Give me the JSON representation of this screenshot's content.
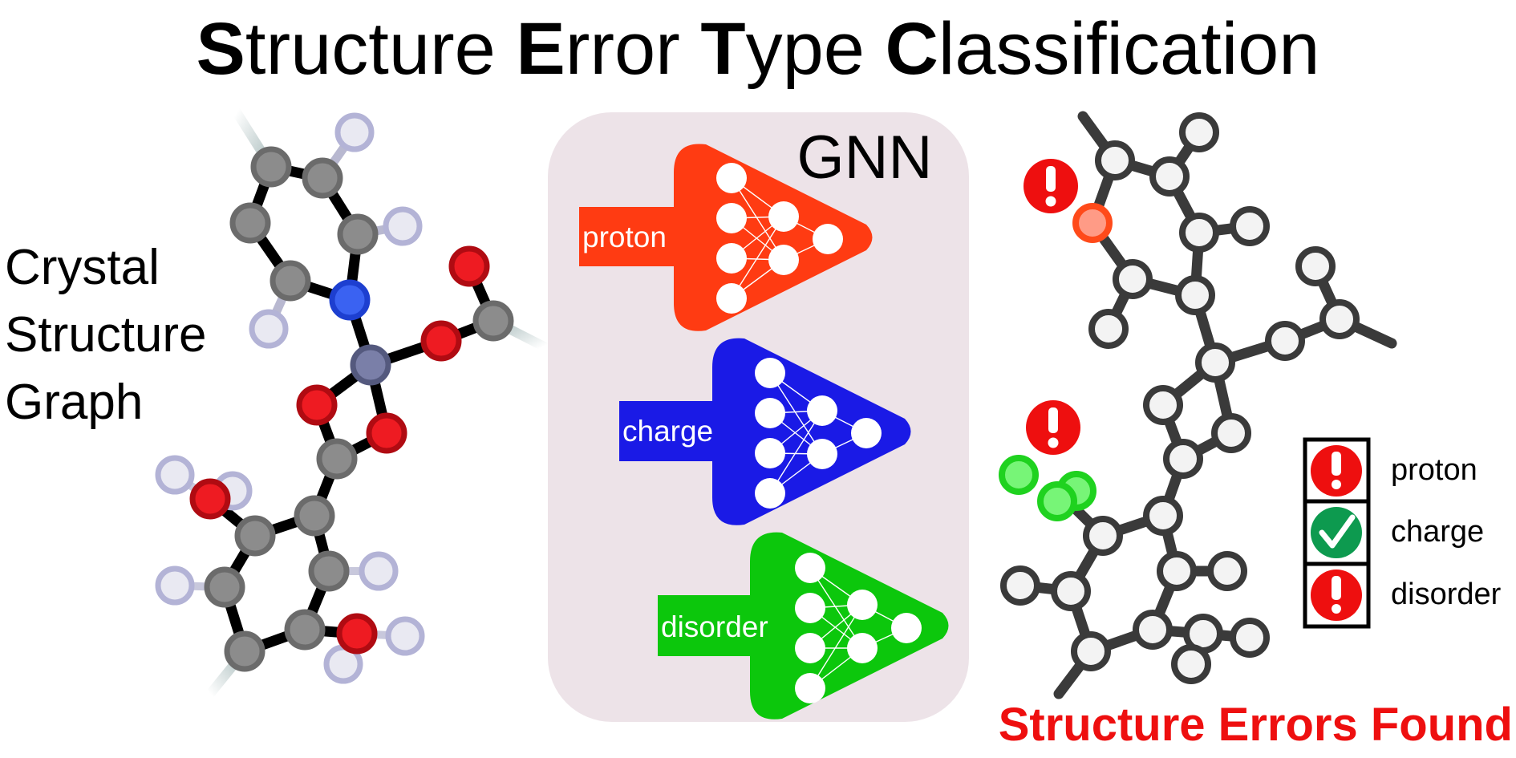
{
  "title": {
    "parts": [
      {
        "initial": "S",
        "rest": "tructure "
      },
      {
        "initial": "E",
        "rest": "rror "
      },
      {
        "initial": "T",
        "rest": "ype "
      },
      {
        "initial": "C",
        "rest": "lassification"
      }
    ]
  },
  "input": {
    "lines": [
      "Crystal",
      "Structure",
      "Graph"
    ]
  },
  "model": {
    "label": "GNN",
    "classifiers": [
      {
        "label": "proton",
        "color": "#ff3b12"
      },
      {
        "label": "charge",
        "color": "#1a1ae6"
      },
      {
        "label": "disorder",
        "color": "#0cc70c"
      }
    ]
  },
  "output": {
    "label": "Structure Errors Found",
    "legend": [
      {
        "label": "proton",
        "status": "error",
        "icon": "exclamation-icon"
      },
      {
        "label": "charge",
        "status": "ok",
        "icon": "checkmark-icon"
      },
      {
        "label": "disorder",
        "status": "error",
        "icon": "exclamation-icon"
      }
    ]
  },
  "colors": {
    "error_red": "#ee0f0f",
    "ok_green": "#0d9a4f",
    "panel_bg": "#ede3e8",
    "atom_carbon": "#8a8a8a",
    "atom_nitrogen": "#2f5cf0",
    "atom_oxygen": "#e8141e",
    "atom_hydrogen": "#e6e6f0",
    "output_atom": "#f3f3f3",
    "highlight_orange": "#ff9b86",
    "highlight_green": "#77f577"
  }
}
